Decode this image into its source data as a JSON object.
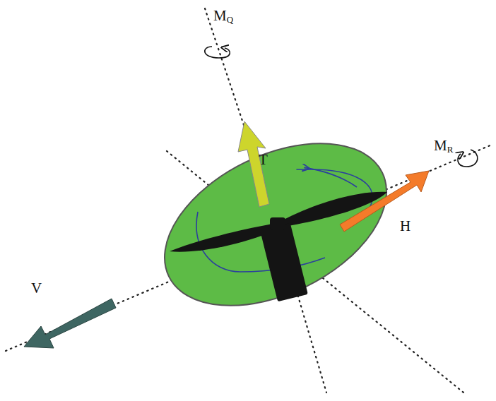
{
  "diagram": {
    "labels": [
      "MQ",
      "T",
      "MR",
      "H",
      "V"
    ]
  }
}
